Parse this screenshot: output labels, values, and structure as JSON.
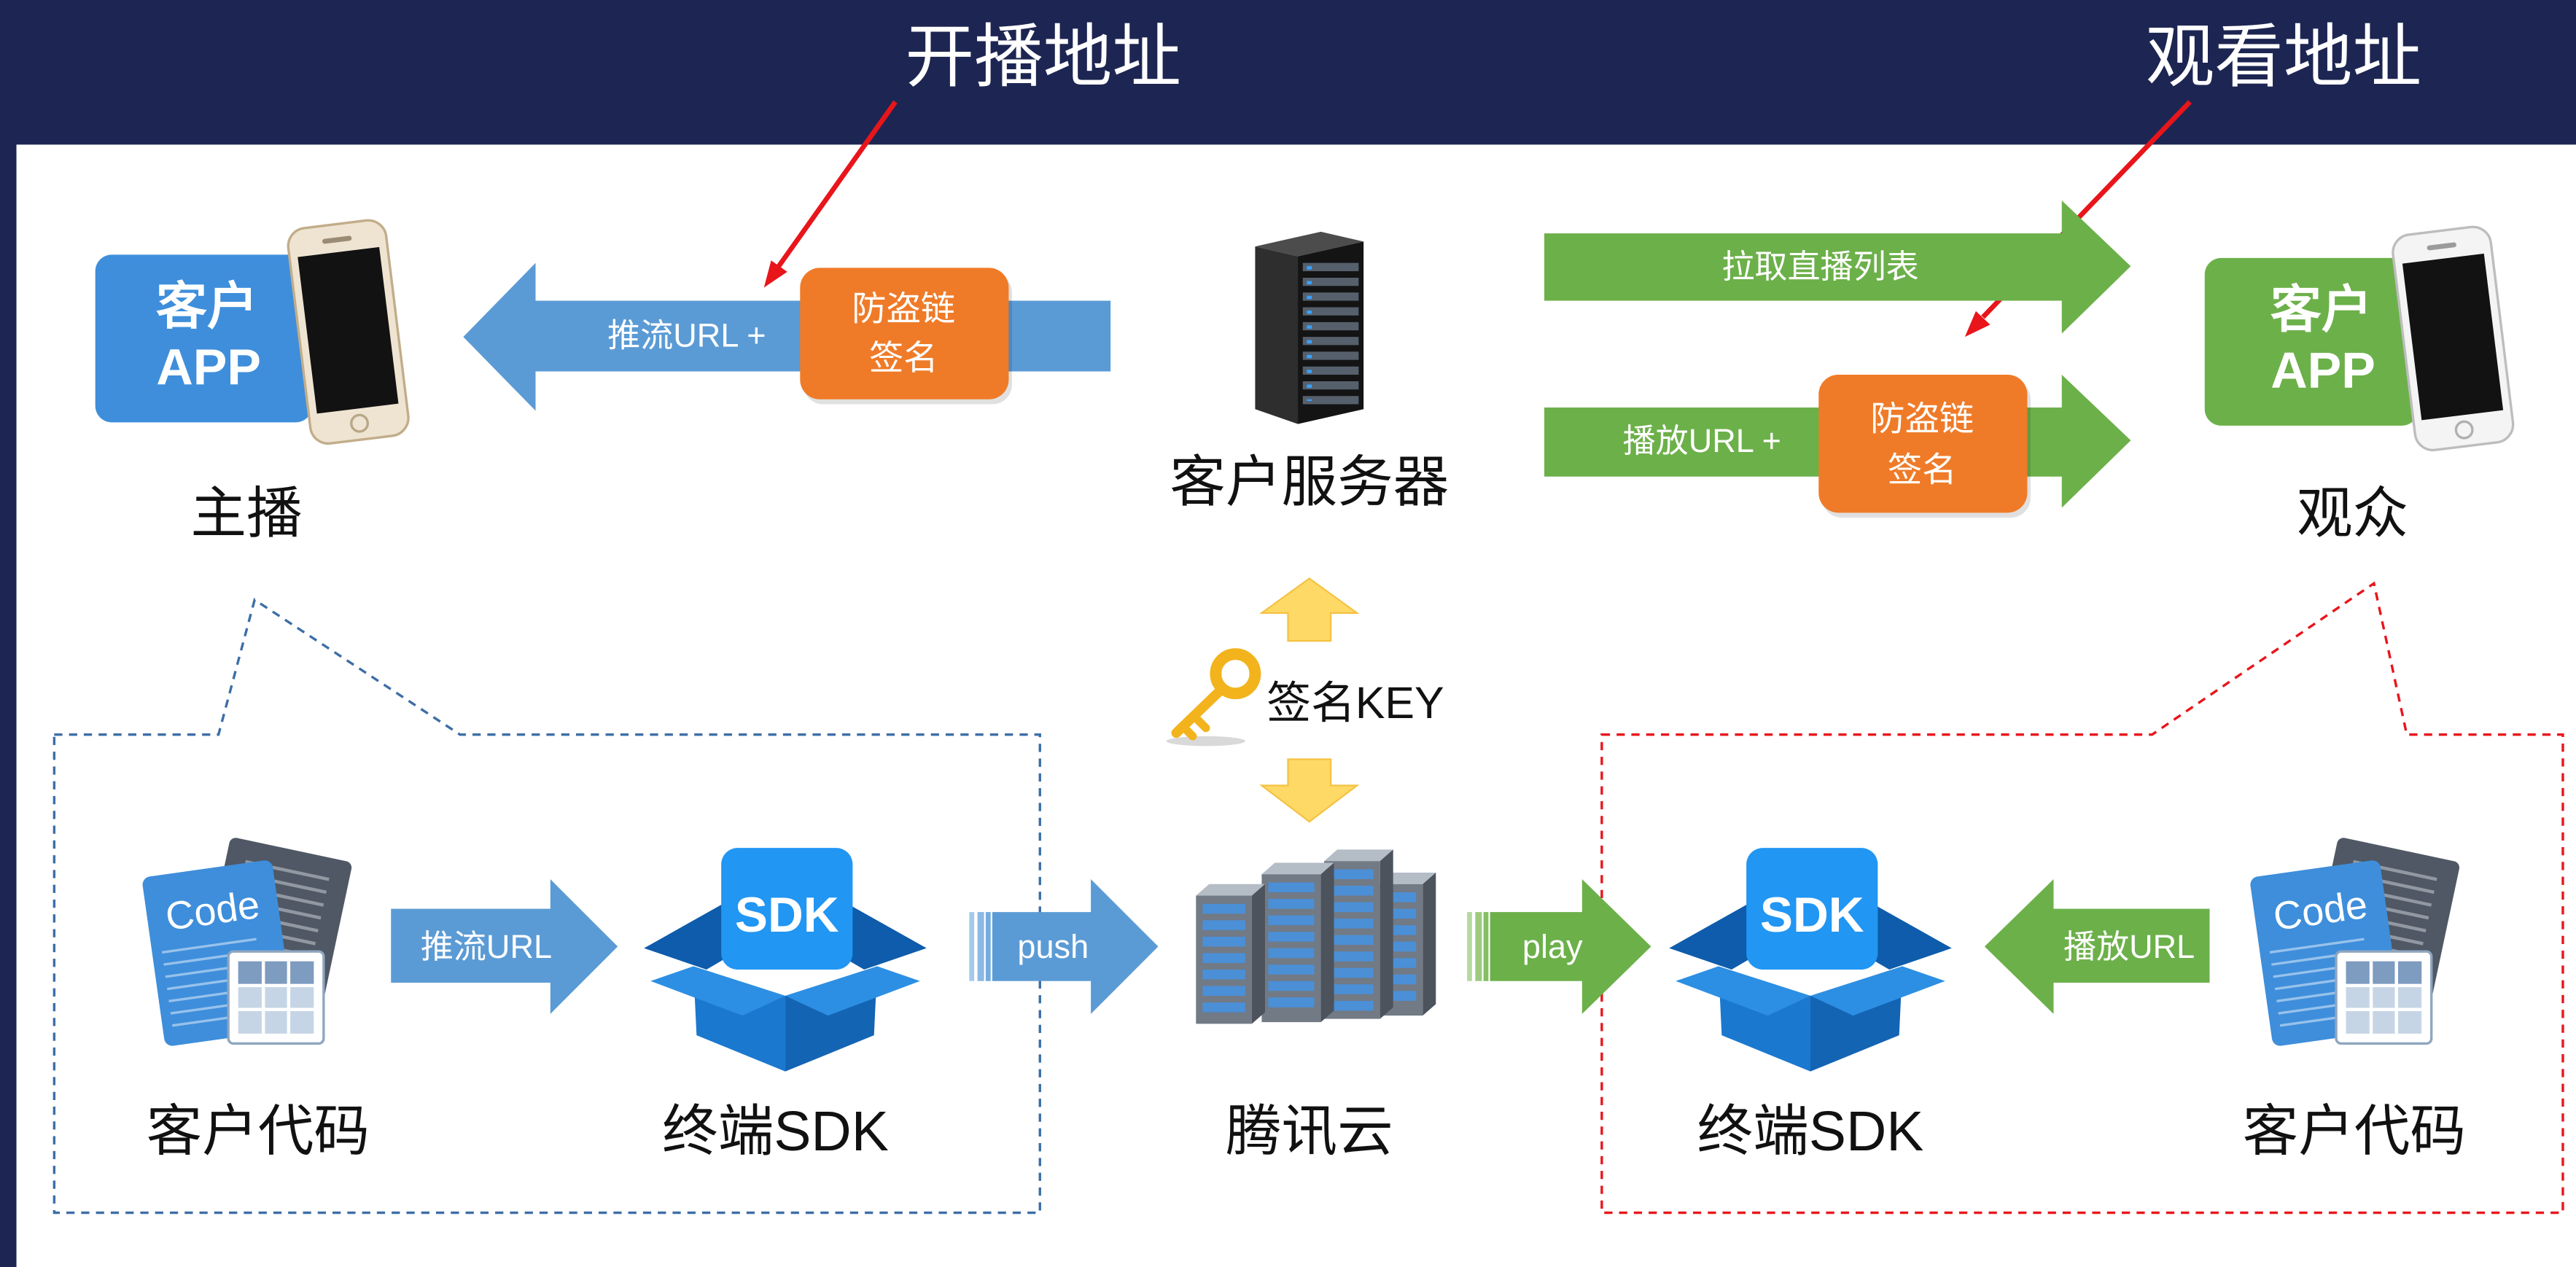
{
  "header": {
    "push_address_label": "开播地址",
    "watch_address_label": "观看地址"
  },
  "anchor": {
    "app_badge_line1": "客户",
    "app_badge_line2": "APP",
    "caption": "主播",
    "device_icon": "smartphone-icon"
  },
  "push_flow": {
    "arrow_label": "推流URL +",
    "sign_line1": "防盗链",
    "sign_line2": "签名"
  },
  "customer_server": {
    "caption": "客户服务器",
    "icon": "server-tower-icon"
  },
  "viewer_flow": {
    "list_arrow_label": "拉取直播列表",
    "play_arrow_label": "播放URL +",
    "sign_line1": "防盗链",
    "sign_line2": "签名"
  },
  "viewer": {
    "app_badge_line1": "客户",
    "app_badge_line2": "APP",
    "caption": "观众",
    "device_icon": "smartphone-icon"
  },
  "signing_key": {
    "label": "签名KEY",
    "icon": "key-icon"
  },
  "push_side": {
    "code_icon_text": "Code",
    "code_caption": "客户代码",
    "url_arrow_label": "推流URL",
    "sdk_tile_text": "SDK",
    "sdk_caption": "终端SDK",
    "push_arrow_label": "push"
  },
  "cloud": {
    "caption": "腾讯云",
    "icon": "server-rack-cluster-icon"
  },
  "play_side": {
    "play_arrow_label": "play",
    "sdk_tile_text": "SDK",
    "sdk_caption": "终端SDK",
    "url_arrow_label": "播放URL",
    "code_icon_text": "Code",
    "code_caption": "客户代码"
  },
  "colors": {
    "header_navy": "#1d2652",
    "push_blue": "#5b9bd5",
    "badge_blue": "#3e8edb",
    "play_green": "#6cb04a",
    "signature_orange": "#ef7b28",
    "pointer_red": "#e8151b",
    "key_gold": "#f2b31c",
    "sdk_blue": "#2196f3",
    "push_callout_blue": "#3c6ea6",
    "play_callout_red": "#e8151b"
  }
}
